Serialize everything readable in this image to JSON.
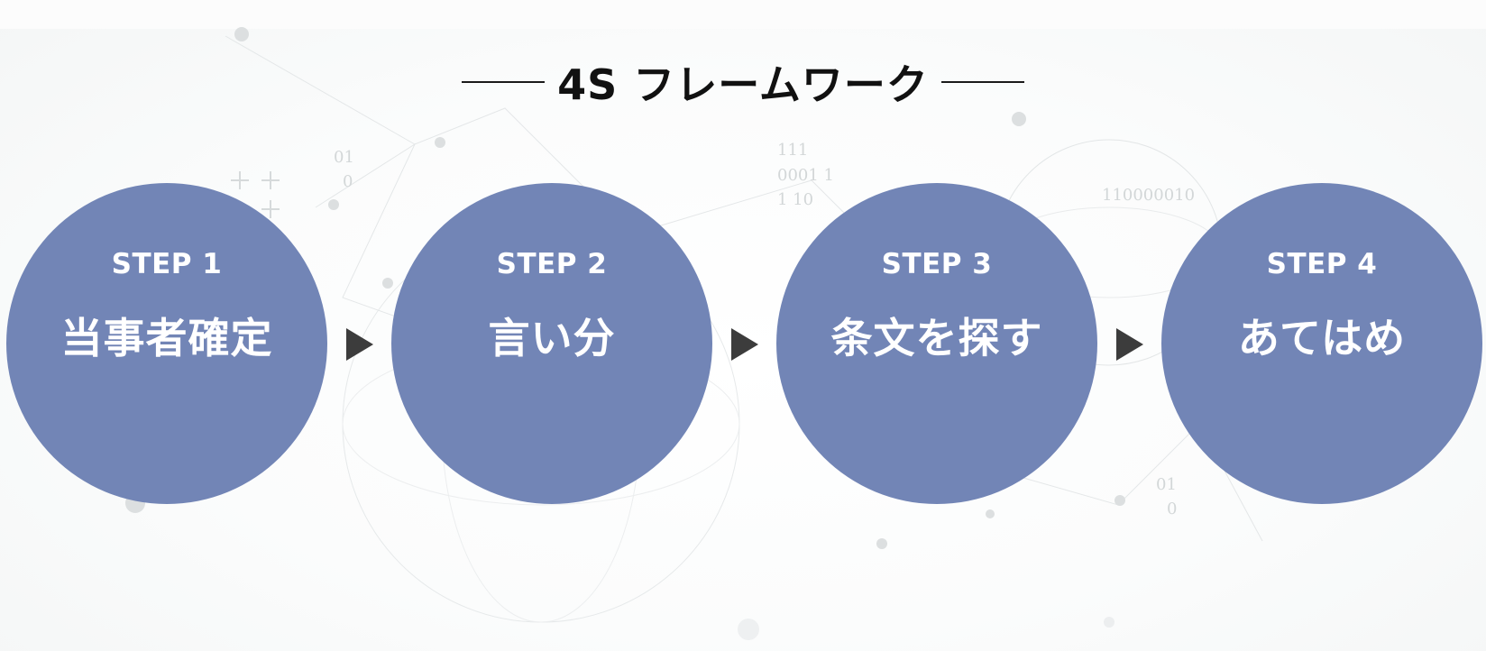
{
  "title": "4S フレームワーク",
  "steps": [
    {
      "label": "STEP 1",
      "name": "当事者確定"
    },
    {
      "label": "STEP 2",
      "name": "言い分"
    },
    {
      "label": "STEP 3",
      "name": "条文を探す"
    },
    {
      "label": "STEP 4",
      "name": "あてはめ"
    }
  ],
  "colors": {
    "circle": "#7285b6",
    "arrow": "#3c3c3c",
    "title": "#111111"
  }
}
